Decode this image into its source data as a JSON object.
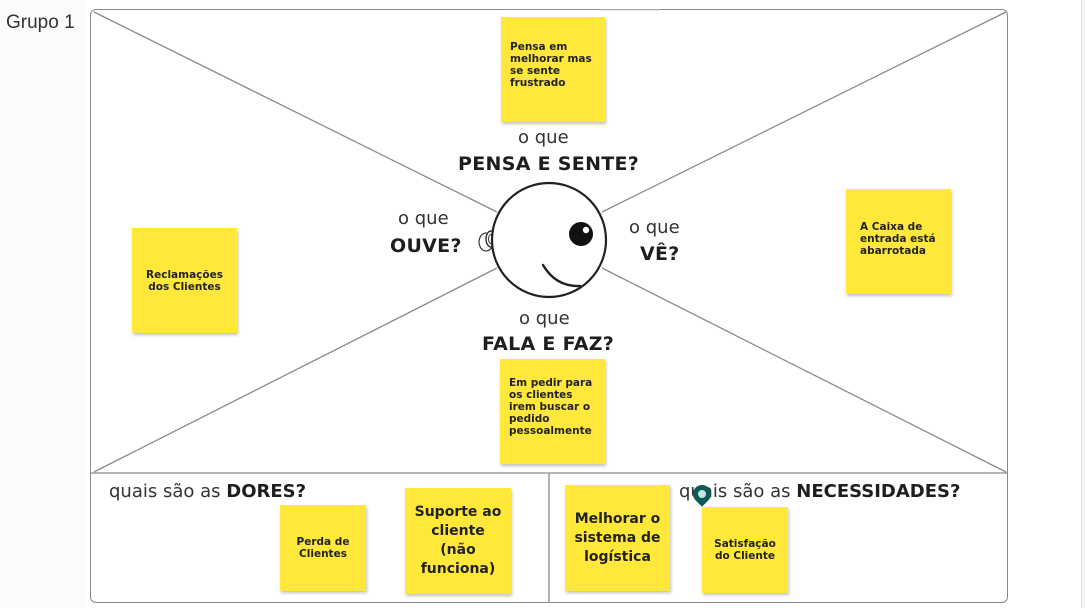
{
  "group_label": "Grupo 1",
  "map": {
    "thinks_prefix": "o que",
    "thinks_title": "PENSA E SENTE?",
    "hears_prefix": "o que",
    "hears_title": "OUVE?",
    "sees_prefix": "o que",
    "sees_title": "VÊ?",
    "says_prefix": "o que",
    "says_title": "FALA E FAZ?",
    "pains_prefix": "quais são as",
    "pains_title": "DORES?",
    "needs_prefix": "quais são as",
    "needs_title": "NECESSIDADES?"
  },
  "stickies": {
    "thinks": "Pensa em melhorar mas se sente frustrado",
    "hears": "Reclamações dos Clientes",
    "sees": "A Caixa de entrada está abarrotada",
    "says": "Em pedir para os clientes irem buscar o pedido pessoalmente",
    "pain1": "Perda de Clientes",
    "pain2": "Suporte ao cliente (não funciona)",
    "need1": "Melhorar o sistema de logística",
    "need2": "Satisfação do Cliente"
  },
  "colors": {
    "sticky": "#ffe83a",
    "pin": "#0f5a56"
  },
  "icons": [
    "location-pin-icon"
  ]
}
